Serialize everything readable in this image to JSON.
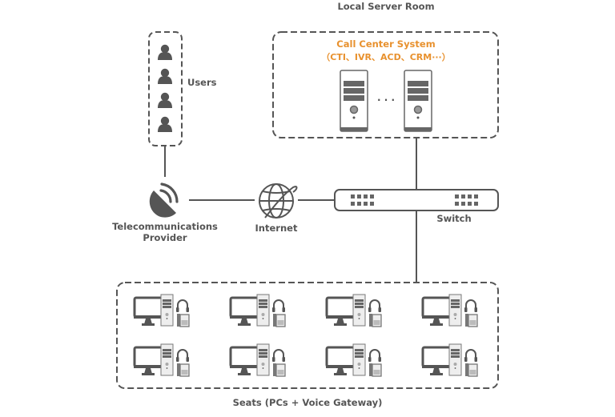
{
  "title": "Local Server Room",
  "colors": {
    "stroke": "#555555",
    "accent": "#e8912e",
    "light_fill": "#eeeeee",
    "background": "#ffffff"
  },
  "nodes": {
    "users": {
      "label": "Users",
      "icon": "user-icon",
      "count": 4
    },
    "telecom": {
      "label_line1": "Telecommunications",
      "label_line2": "Provider",
      "icon": "satellite-dish-icon"
    },
    "internet": {
      "label": "Internet",
      "icon": "globe-icon"
    },
    "switch": {
      "label": "Switch",
      "icon": "network-switch-icon"
    },
    "server_room": {
      "system_name": "Call Center System",
      "system_modules": "（CTI、IVR、ACD、CRM···）",
      "ellipsis": "· · ·",
      "icon": "server-tower-icon",
      "server_count": 2
    },
    "seats": {
      "label": "Seats (PCs + Voice Gateway)",
      "icon": "workstation-icon",
      "rows": 2,
      "columns": 4
    }
  }
}
